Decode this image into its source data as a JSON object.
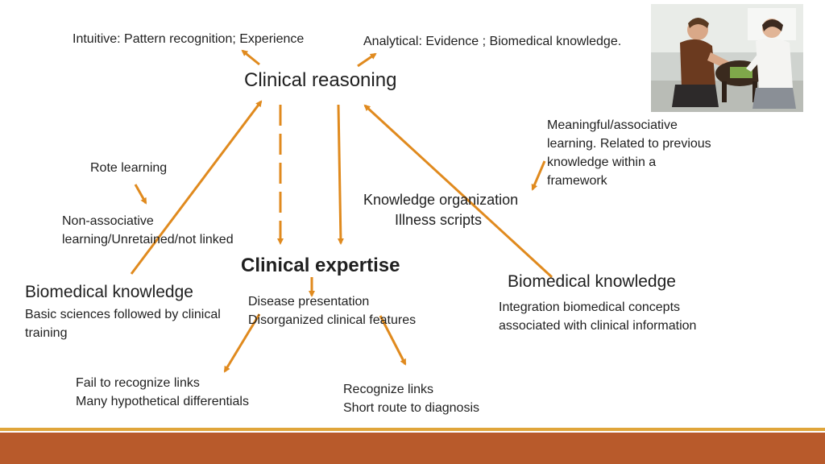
{
  "colors": {
    "arrow": "#E08A1E",
    "band_thin": "#E0A53A",
    "band": "#B85A2B"
  },
  "labels": {
    "intuitive": "Intuitive: Pattern recognition; Experience",
    "analytical": "Analytical: Evidence ; Biomedical knowledge.",
    "clinical_reasoning": "Clinical reasoning",
    "meaningful": [
      "Meaningful/associative",
      "learning. Related to previous",
      "knowledge within a",
      "framework"
    ],
    "rote": "Rote learning",
    "knowledge_org": "Knowledge organization",
    "illness_scripts": "Illness scripts",
    "non_associative": [
      "Non-associative",
      "learning/Unretained/not linked"
    ],
    "clinical_expertise": "Clinical expertise",
    "bio_left_title": "Biomedical knowledge",
    "bio_left_desc": [
      "Basic sciences followed by clinical",
      "training"
    ],
    "disease": [
      "Disease presentation",
      "Disorganized clinical features"
    ],
    "bio_right_title": "Biomedical knowledge",
    "bio_right_desc": [
      "Integration biomedical concepts",
      "associated with clinical information"
    ],
    "fail": [
      "Fail to recognize links",
      "Many hypothetical differentials"
    ],
    "recognize": [
      "Recognize links",
      "Short route to diagnosis"
    ]
  },
  "photo_icon": "veterinary-students-with-goat-photo"
}
